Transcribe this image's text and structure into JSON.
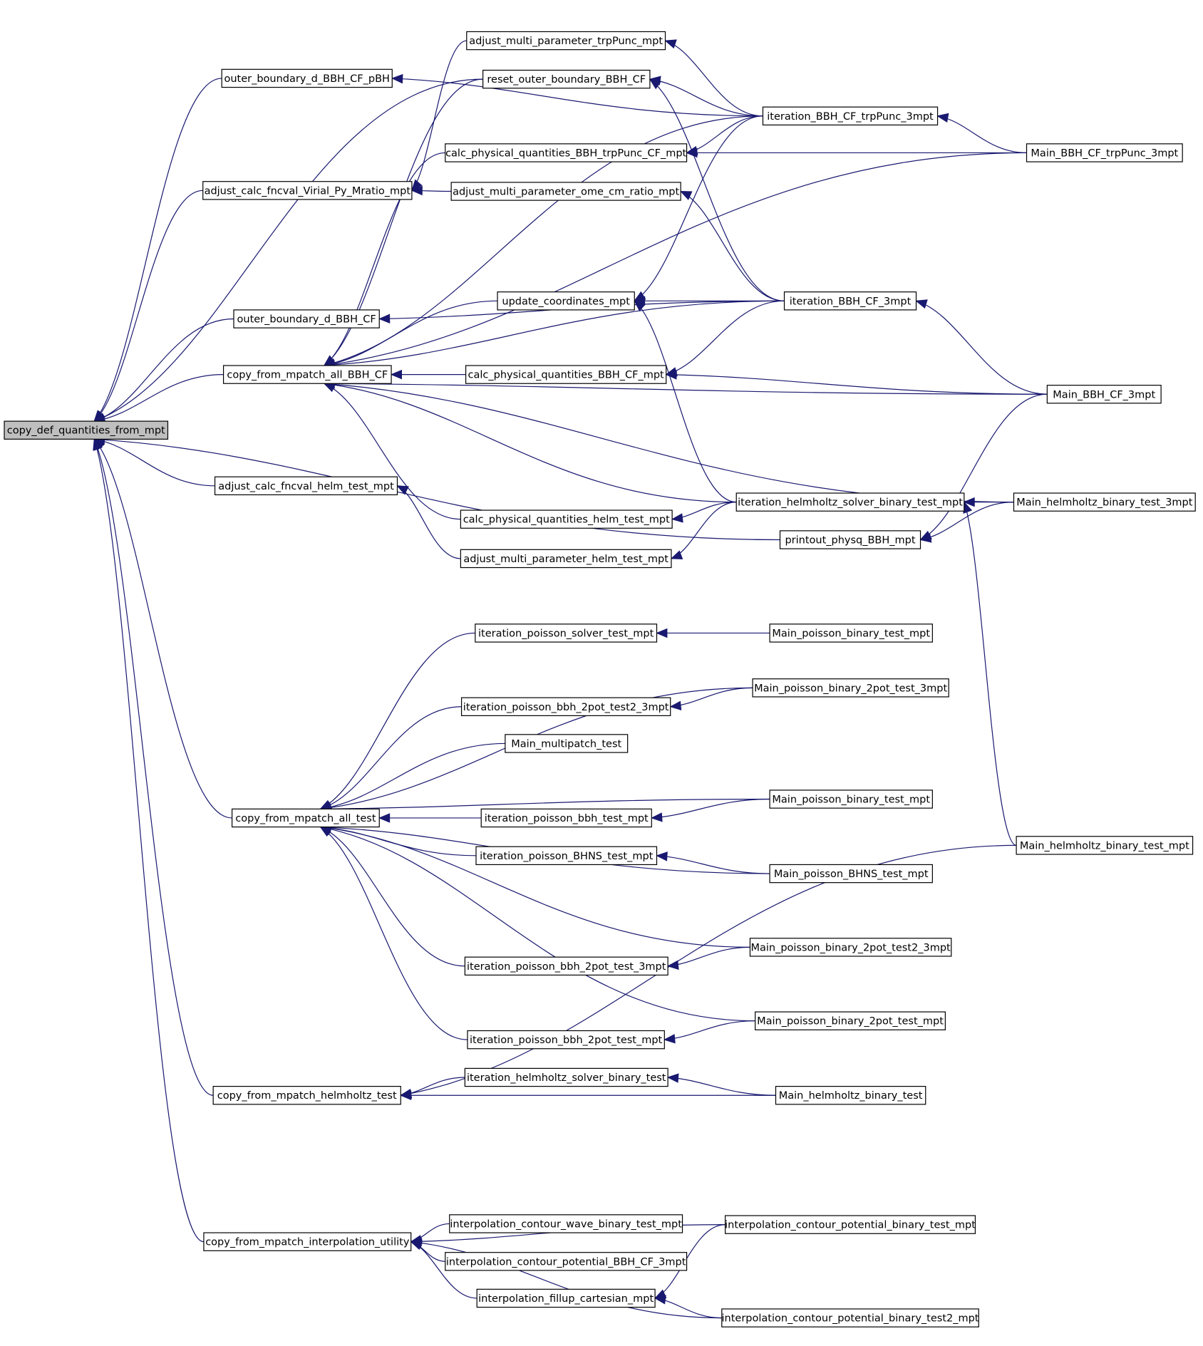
{
  "graph": {
    "root": "copy_def_quantities_from_mpt",
    "nodes": [
      {
        "id": "root",
        "label": "copy_def_quantities_from_mpt",
        "root": true
      },
      {
        "id": "ob_pBH",
        "label": "outer_boundary_d_BBH_CF_pBH"
      },
      {
        "id": "adj_virial",
        "label": "adjust_calc_fncval_Virial_Py_Mratio_mpt"
      },
      {
        "id": "ob_d",
        "label": "outer_boundary_d_BBH_CF"
      },
      {
        "id": "cf_all_bbh",
        "label": "copy_from_mpatch_all_BBH_CF"
      },
      {
        "id": "adj_helm",
        "label": "adjust_calc_fncval_helm_test_mpt"
      },
      {
        "id": "cf_all_test",
        "label": "copy_from_mpatch_all_test"
      },
      {
        "id": "cf_helm",
        "label": "copy_from_mpatch_helmholtz_test"
      },
      {
        "id": "cf_interp",
        "label": "copy_from_mpatch_interpolation_utility"
      },
      {
        "id": "amp_trp",
        "label": "adjust_multi_parameter_trpPunc_mpt"
      },
      {
        "id": "reset_ob",
        "label": "reset_outer_boundary_BBH_CF"
      },
      {
        "id": "cpq_trp",
        "label": "calc_physical_quantities_BBH_trpPunc_CF_mpt"
      },
      {
        "id": "amp_ome",
        "label": "adjust_multi_parameter_ome_cm_ratio_mpt"
      },
      {
        "id": "upd",
        "label": "update_coordinates_mpt"
      },
      {
        "id": "cpq_bbh",
        "label": "calc_physical_quantities_BBH_CF_mpt"
      },
      {
        "id": "cpq_helm",
        "label": "calc_physical_quantities_helm_test_mpt"
      },
      {
        "id": "amp_helm",
        "label": "adjust_multi_parameter_helm_test_mpt"
      },
      {
        "id": "it_trp",
        "label": "iteration_BBH_CF_trpPunc_3mpt"
      },
      {
        "id": "it_bbh",
        "label": "iteration_BBH_CF_3mpt"
      },
      {
        "id": "it_helm_mpt",
        "label": "iteration_helmholtz_solver_binary_test_mpt"
      },
      {
        "id": "printout",
        "label": "printout_physq_BBH_mpt"
      },
      {
        "id": "main_trp",
        "label": "Main_BBH_CF_trpPunc_3mpt"
      },
      {
        "id": "main_bbh",
        "label": "Main_BBH_CF_3mpt"
      },
      {
        "id": "main_helm_3",
        "label": "Main_helmholtz_binary_test_3mpt"
      },
      {
        "id": "main_helm_mpt",
        "label": "Main_helmholtz_binary_test_mpt"
      },
      {
        "id": "it_pois",
        "label": "iteration_poisson_solver_test_mpt"
      },
      {
        "id": "main_pois_1",
        "label": "Main_poisson_binary_test_mpt"
      },
      {
        "id": "it_2pot2",
        "label": "iteration_poisson_bbh_2pot_test2_3mpt"
      },
      {
        "id": "main_2pot3",
        "label": "Main_poisson_binary_2pot_test_3mpt"
      },
      {
        "id": "main_multi",
        "label": "Main_multipatch_test"
      },
      {
        "id": "main_pois_2",
        "label": "Main_poisson_binary_test_mpt"
      },
      {
        "id": "it_bbh_test",
        "label": "iteration_poisson_bbh_test_mpt"
      },
      {
        "id": "it_bhns",
        "label": "iteration_poisson_BHNS_test_mpt"
      },
      {
        "id": "main_bhns",
        "label": "Main_poisson_BHNS_test_mpt"
      },
      {
        "id": "main_2pot2_3",
        "label": "Main_poisson_binary_2pot_test2_3mpt"
      },
      {
        "id": "it_2pot3",
        "label": "iteration_poisson_bbh_2pot_test_3mpt"
      },
      {
        "id": "main_2pot_mpt",
        "label": "Main_poisson_binary_2pot_test_mpt"
      },
      {
        "id": "it_2pot_mpt",
        "label": "iteration_poisson_bbh_2pot_test_mpt"
      },
      {
        "id": "it_helm_bin",
        "label": "iteration_helmholtz_solver_binary_test"
      },
      {
        "id": "main_helm_bin",
        "label": "Main_helmholtz_binary_test"
      },
      {
        "id": "ic_wave",
        "label": "interpolation_contour_wave_binary_test_mpt"
      },
      {
        "id": "ic_pot_bbh",
        "label": "interpolation_contour_potential_BBH_CF_3mpt"
      },
      {
        "id": "fillup",
        "label": "interpolation_fillup_cartesian_mpt"
      },
      {
        "id": "ic_pot_bin",
        "label": "interpolation_contour_potential_binary_test_mpt"
      },
      {
        "id": "ic_pot_bin2",
        "label": "interpolation_contour_potential_binary_test2_mpt"
      }
    ],
    "edges": [
      [
        "ob_pBH",
        "root"
      ],
      [
        "adj_virial",
        "root"
      ],
      [
        "ob_d",
        "root"
      ],
      [
        "cf_all_bbh",
        "root"
      ],
      [
        "adj_helm",
        "root"
      ],
      [
        "cf_all_test",
        "root"
      ],
      [
        "cf_helm",
        "root"
      ],
      [
        "cf_interp",
        "root"
      ],
      [
        "reset_ob",
        "root"
      ],
      [
        "it_trp",
        "ob_pBH"
      ],
      [
        "amp_trp",
        "adj_virial"
      ],
      [
        "amp_ome",
        "adj_virial"
      ],
      [
        "it_bbh",
        "ob_d"
      ],
      [
        "printout",
        "root"
      ],
      [
        "reset_ob",
        "cf_all_bbh"
      ],
      [
        "it_trp",
        "cf_all_bbh"
      ],
      [
        "cpq_trp",
        "cf_all_bbh"
      ],
      [
        "main_trp",
        "cf_all_bbh"
      ],
      [
        "upd",
        "cf_all_bbh"
      ],
      [
        "it_bbh",
        "cf_all_bbh"
      ],
      [
        "cpq_bbh",
        "cf_all_bbh"
      ],
      [
        "main_bbh",
        "cf_all_bbh"
      ],
      [
        "main_helm_3",
        "cf_all_bbh"
      ],
      [
        "it_helm_mpt",
        "cf_all_bbh"
      ],
      [
        "cpq_helm",
        "cf_all_bbh"
      ],
      [
        "amp_helm",
        "adj_helm"
      ],
      [
        "it_trp",
        "amp_trp"
      ],
      [
        "it_trp",
        "reset_ob"
      ],
      [
        "it_bbh",
        "reset_ob"
      ],
      [
        "it_trp",
        "cpq_trp"
      ],
      [
        "main_trp",
        "cpq_trp"
      ],
      [
        "it_bbh",
        "amp_ome"
      ],
      [
        "it_bbh",
        "upd"
      ],
      [
        "it_trp",
        "upd"
      ],
      [
        "it_helm_mpt",
        "upd"
      ],
      [
        "it_bbh",
        "cpq_bbh"
      ],
      [
        "main_bbh",
        "cpq_bbh"
      ],
      [
        "it_helm_mpt",
        "cpq_helm"
      ],
      [
        "it_helm_mpt",
        "amp_helm"
      ],
      [
        "main_trp",
        "it_trp"
      ],
      [
        "main_bbh",
        "it_bbh"
      ],
      [
        "main_helm_3",
        "it_helm_mpt"
      ],
      [
        "main_helm_mpt",
        "it_helm_mpt"
      ],
      [
        "main_helm_3",
        "printout"
      ],
      [
        "main_bbh",
        "printout"
      ],
      [
        "it_pois",
        "cf_all_test"
      ],
      [
        "main_2pot3",
        "cf_all_test"
      ],
      [
        "it_2pot2",
        "cf_all_test"
      ],
      [
        "main_multi",
        "cf_all_test"
      ],
      [
        "main_pois_2",
        "cf_all_test"
      ],
      [
        "it_bbh_test",
        "cf_all_test"
      ],
      [
        "it_bhns",
        "cf_all_test"
      ],
      [
        "main_bhns",
        "cf_all_test"
      ],
      [
        "main_2pot2_3",
        "cf_all_test"
      ],
      [
        "it_2pot3",
        "cf_all_test"
      ],
      [
        "main_2pot_mpt",
        "cf_all_test"
      ],
      [
        "it_2pot_mpt",
        "cf_all_test"
      ],
      [
        "main_pois_1",
        "it_pois"
      ],
      [
        "main_2pot3",
        "it_2pot2"
      ],
      [
        "main_pois_2",
        "it_bbh_test"
      ],
      [
        "main_bhns",
        "it_bhns"
      ],
      [
        "main_2pot2_3",
        "it_2pot3"
      ],
      [
        "main_2pot_mpt",
        "it_2pot_mpt"
      ],
      [
        "it_helm_bin",
        "cf_helm"
      ],
      [
        "main_helm_bin",
        "cf_helm"
      ],
      [
        "main_helm_mpt",
        "cf_helm"
      ],
      [
        "main_helm_bin",
        "it_helm_bin"
      ],
      [
        "ic_pot_bin",
        "cf_interp"
      ],
      [
        "ic_wave",
        "cf_interp"
      ],
      [
        "ic_pot_bbh",
        "cf_interp"
      ],
      [
        "fillup",
        "cf_interp"
      ],
      [
        "ic_pot_bin2",
        "cf_interp"
      ],
      [
        "ic_pot_bin",
        "fillup"
      ],
      [
        "ic_pot_bin2",
        "fillup"
      ]
    ]
  }
}
